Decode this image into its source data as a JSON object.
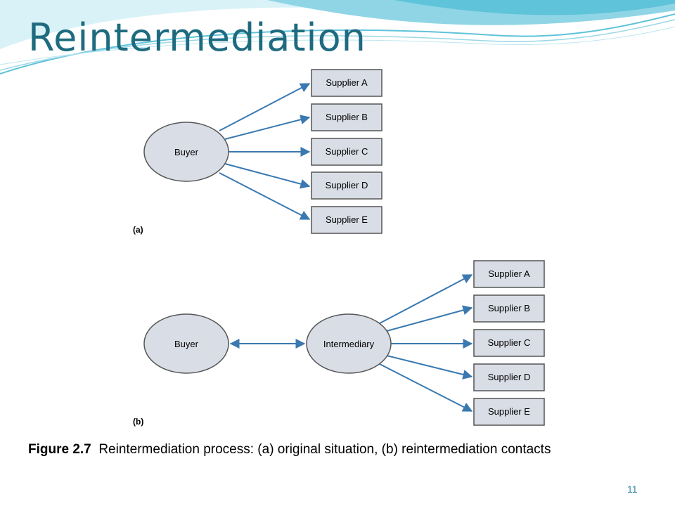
{
  "slide": {
    "title": "Reintermediation",
    "page_number": "11"
  },
  "figure": {
    "panel_a": {
      "label": "(a)",
      "buyer": "Buyer",
      "suppliers": [
        "Supplier A",
        "Supplier B",
        "Supplier C",
        "Supplier D",
        "Supplier E"
      ]
    },
    "panel_b": {
      "label": "(b)",
      "buyer": "Buyer",
      "intermediary": "Intermediary",
      "suppliers": [
        "Supplier A",
        "Supplier B",
        "Supplier C",
        "Supplier D",
        "Supplier E"
      ]
    }
  },
  "caption": {
    "figure_number": "Figure 2.7",
    "text": "Reintermediation process: (a) original situation, (b) reintermediation contacts"
  },
  "colors": {
    "title": "#1e6b80",
    "node_fill": "#d9dde6",
    "node_stroke": "#555555",
    "arrow": "#3a79b0",
    "swoosh": "#5fc3d9"
  }
}
